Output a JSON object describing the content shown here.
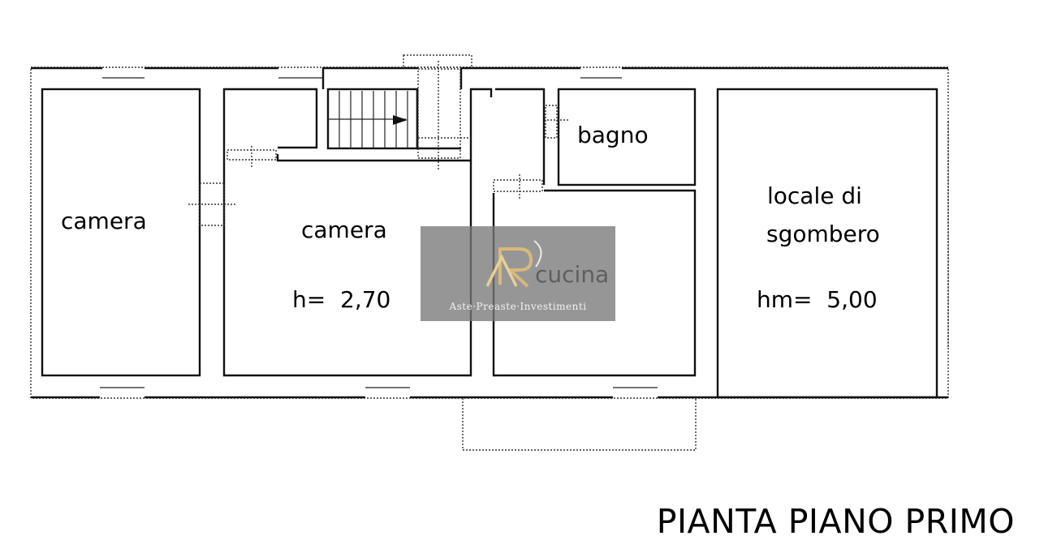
{
  "title": "PIANTA PIANO PRIMO",
  "rooms": {
    "camera_left": "camera",
    "camera_center": "camera",
    "camera_center_height": "h=  2,70",
    "bagno": "bagno",
    "cucina": "cucina",
    "locale_line1": "locale di",
    "locale_line2": "sgombero",
    "locale_height": "hm=  5,00"
  },
  "watermark": {
    "text": "Aste·Preaste·Investimenti",
    "logo": "ar-monogram-logo"
  }
}
